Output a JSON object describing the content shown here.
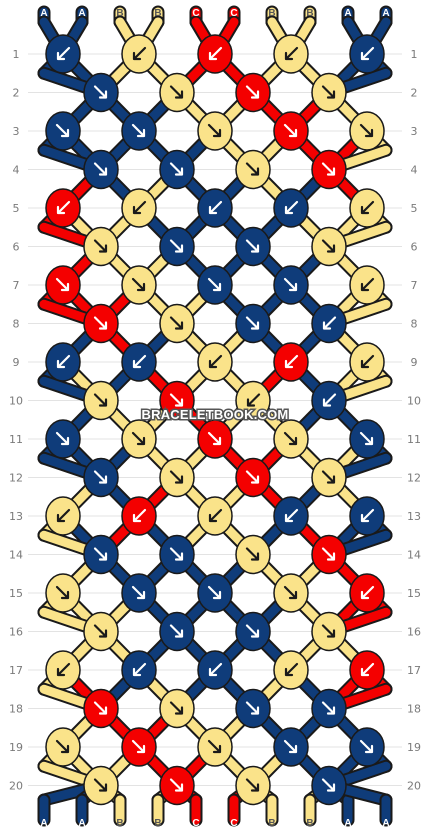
{
  "watermark": "BRACELETBOOK.COM",
  "colors": {
    "A": "#0f3c7a",
    "B": "#fae38a",
    "C": "#f40000"
  },
  "outline": "#1a1a1a",
  "strands_top": [
    "A",
    "A",
    "B",
    "B",
    "C",
    "C",
    "B",
    "B",
    "A",
    "A"
  ],
  "strands_bottom": [
    "A",
    "A",
    "B",
    "B",
    "C",
    "C",
    "B",
    "B",
    "A",
    "A"
  ],
  "row_numbers": [
    "1",
    "2",
    "3",
    "4",
    "5",
    "6",
    "7",
    "8",
    "9",
    "10",
    "11",
    "12",
    "13",
    "14",
    "15",
    "16",
    "17",
    "18",
    "19",
    "20"
  ],
  "knots": [
    [
      {
        "c": "A",
        "d": "l"
      },
      {
        "c": "B",
        "d": "l"
      },
      {
        "c": "C",
        "d": "l"
      },
      {
        "c": "B",
        "d": "l"
      },
      {
        "c": "A",
        "d": "l"
      }
    ],
    [
      {
        "c": "A",
        "d": "r"
      },
      {
        "c": "B",
        "d": "r"
      },
      {
        "c": "C",
        "d": "r"
      },
      {
        "c": "B",
        "d": "r"
      }
    ],
    [
      {
        "c": "A",
        "d": "r"
      },
      {
        "c": "A",
        "d": "r"
      },
      {
        "c": "B",
        "d": "r"
      },
      {
        "c": "C",
        "d": "r"
      },
      {
        "c": "B",
        "d": "r"
      }
    ],
    [
      {
        "c": "A",
        "d": "r"
      },
      {
        "c": "A",
        "d": "r"
      },
      {
        "c": "B",
        "d": "r"
      },
      {
        "c": "C",
        "d": "r"
      }
    ],
    [
      {
        "c": "C",
        "d": "l"
      },
      {
        "c": "B",
        "d": "l"
      },
      {
        "c": "A",
        "d": "l"
      },
      {
        "c": "A",
        "d": "l"
      },
      {
        "c": "B",
        "d": "l"
      }
    ],
    [
      {
        "c": "B",
        "d": "r"
      },
      {
        "c": "A",
        "d": "r"
      },
      {
        "c": "A",
        "d": "r"
      },
      {
        "c": "B",
        "d": "r"
      }
    ],
    [
      {
        "c": "C",
        "d": "r"
      },
      {
        "c": "B",
        "d": "r"
      },
      {
        "c": "A",
        "d": "r"
      },
      {
        "c": "A",
        "d": "r"
      },
      {
        "c": "B",
        "d": "l"
      }
    ],
    [
      {
        "c": "C",
        "d": "r"
      },
      {
        "c": "B",
        "d": "r"
      },
      {
        "c": "A",
        "d": "r"
      },
      {
        "c": "A",
        "d": "l"
      }
    ],
    [
      {
        "c": "A",
        "d": "l"
      },
      {
        "c": "A",
        "d": "l"
      },
      {
        "c": "B",
        "d": "l"
      },
      {
        "c": "C",
        "d": "l"
      },
      {
        "c": "B",
        "d": "l"
      }
    ],
    [
      {
        "c": "B",
        "d": "r"
      },
      {
        "c": "C",
        "d": "r"
      },
      {
        "c": "B",
        "d": "l"
      },
      {
        "c": "A",
        "d": "l"
      }
    ],
    [
      {
        "c": "A",
        "d": "r"
      },
      {
        "c": "B",
        "d": "r"
      },
      {
        "c": "C",
        "d": "r"
      },
      {
        "c": "B",
        "d": "r"
      },
      {
        "c": "A",
        "d": "r"
      }
    ],
    [
      {
        "c": "A",
        "d": "r"
      },
      {
        "c": "B",
        "d": "r"
      },
      {
        "c": "C",
        "d": "r"
      },
      {
        "c": "B",
        "d": "r"
      }
    ],
    [
      {
        "c": "B",
        "d": "l"
      },
      {
        "c": "C",
        "d": "l"
      },
      {
        "c": "B",
        "d": "l"
      },
      {
        "c": "A",
        "d": "l"
      },
      {
        "c": "A",
        "d": "l"
      }
    ],
    [
      {
        "c": "A",
        "d": "r"
      },
      {
        "c": "A",
        "d": "r"
      },
      {
        "c": "B",
        "d": "r"
      },
      {
        "c": "C",
        "d": "r"
      }
    ],
    [
      {
        "c": "B",
        "d": "r"
      },
      {
        "c": "A",
        "d": "r"
      },
      {
        "c": "A",
        "d": "r"
      },
      {
        "c": "B",
        "d": "r"
      },
      {
        "c": "C",
        "d": "l"
      }
    ],
    [
      {
        "c": "B",
        "d": "r"
      },
      {
        "c": "A",
        "d": "r"
      },
      {
        "c": "A",
        "d": "r"
      },
      {
        "c": "B",
        "d": "r"
      }
    ],
    [
      {
        "c": "B",
        "d": "l"
      },
      {
        "c": "A",
        "d": "l"
      },
      {
        "c": "A",
        "d": "l"
      },
      {
        "c": "B",
        "d": "l"
      },
      {
        "c": "C",
        "d": "l"
      }
    ],
    [
      {
        "c": "C",
        "d": "r"
      },
      {
        "c": "B",
        "d": "r"
      },
      {
        "c": "A",
        "d": "r"
      },
      {
        "c": "A",
        "d": "r"
      }
    ],
    [
      {
        "c": "B",
        "d": "r"
      },
      {
        "c": "C",
        "d": "r"
      },
      {
        "c": "B",
        "d": "r"
      },
      {
        "c": "A",
        "d": "r"
      },
      {
        "c": "A",
        "d": "r"
      }
    ],
    [
      {
        "c": "B",
        "d": "r"
      },
      {
        "c": "C",
        "d": "r"
      },
      {
        "c": "B",
        "d": "r"
      },
      {
        "c": "A",
        "d": "r"
      }
    ]
  ]
}
